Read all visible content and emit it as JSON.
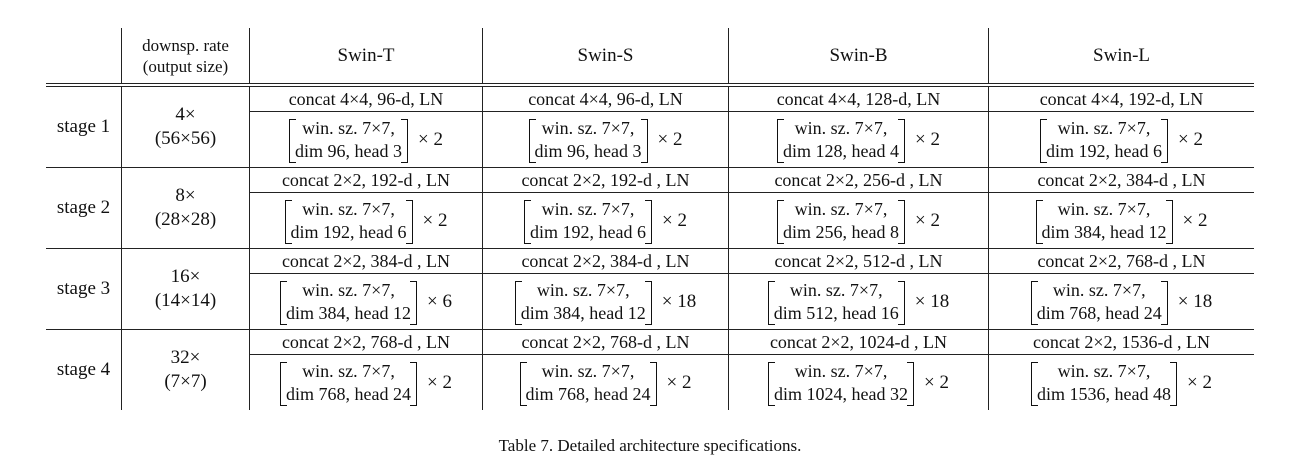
{
  "table": {
    "header": {
      "rate_line1": "downsp. rate",
      "rate_line2": "(output size)",
      "models": [
        "Swin-T",
        "Swin-S",
        "Swin-B",
        "Swin-L"
      ]
    },
    "stages": [
      {
        "label": "stage 1",
        "rate": "4×",
        "size": "(56×56)",
        "cells": [
          {
            "concat": "concat 4×4, 96-d, LN",
            "win": "win. sz. 7×7,",
            "dim": "dim 96, head 3",
            "times": "× 2"
          },
          {
            "concat": "concat 4×4, 96-d, LN",
            "win": "win. sz. 7×7,",
            "dim": "dim 96, head 3",
            "times": "× 2"
          },
          {
            "concat": "concat 4×4, 128-d, LN",
            "win": "win. sz. 7×7,",
            "dim": "dim 128, head 4",
            "times": "× 2"
          },
          {
            "concat": "concat 4×4, 192-d, LN",
            "win": "win. sz. 7×7,",
            "dim": "dim 192, head 6",
            "times": "× 2"
          }
        ]
      },
      {
        "label": "stage 2",
        "rate": "8×",
        "size": "(28×28)",
        "cells": [
          {
            "concat": "concat 2×2, 192-d , LN",
            "win": "win. sz. 7×7,",
            "dim": "dim 192, head 6",
            "times": "× 2"
          },
          {
            "concat": "concat 2×2, 192-d , LN",
            "win": "win. sz. 7×7,",
            "dim": "dim 192, head 6",
            "times": "× 2"
          },
          {
            "concat": "concat 2×2, 256-d , LN",
            "win": "win. sz. 7×7,",
            "dim": "dim 256, head 8",
            "times": "× 2"
          },
          {
            "concat": "concat 2×2, 384-d , LN",
            "win": "win. sz. 7×7,",
            "dim": "dim 384, head 12",
            "times": "× 2"
          }
        ]
      },
      {
        "label": "stage 3",
        "rate": "16×",
        "size": "(14×14)",
        "cells": [
          {
            "concat": "concat 2×2, 384-d , LN",
            "win": "win. sz. 7×7,",
            "dim": "dim 384, head 12",
            "times": "× 6"
          },
          {
            "concat": "concat 2×2, 384-d , LN",
            "win": "win. sz. 7×7,",
            "dim": "dim 384, head 12",
            "times": "× 18"
          },
          {
            "concat": "concat 2×2, 512-d , LN",
            "win": "win. sz. 7×7,",
            "dim": "dim 512, head 16",
            "times": "× 18"
          },
          {
            "concat": "concat 2×2, 768-d , LN",
            "win": "win. sz. 7×7,",
            "dim": "dim 768, head 24",
            "times": "× 18"
          }
        ]
      },
      {
        "label": "stage 4",
        "rate": "32×",
        "size": "(7×7)",
        "cells": [
          {
            "concat": "concat 2×2, 768-d , LN",
            "win": "win. sz. 7×7,",
            "dim": "dim 768, head 24",
            "times": "× 2"
          },
          {
            "concat": "concat 2×2, 768-d , LN",
            "win": "win. sz. 7×7,",
            "dim": "dim 768, head 24",
            "times": "× 2"
          },
          {
            "concat": "concat 2×2, 1024-d , LN",
            "win": "win. sz. 7×7,",
            "dim": "dim 1024, head 32",
            "times": "× 2"
          },
          {
            "concat": "concat 2×2, 1536-d , LN",
            "win": "win. sz. 7×7,",
            "dim": "dim 1536, head 48",
            "times": "× 2"
          }
        ]
      }
    ]
  },
  "caption": "Table 7. Detailed architecture specifications."
}
